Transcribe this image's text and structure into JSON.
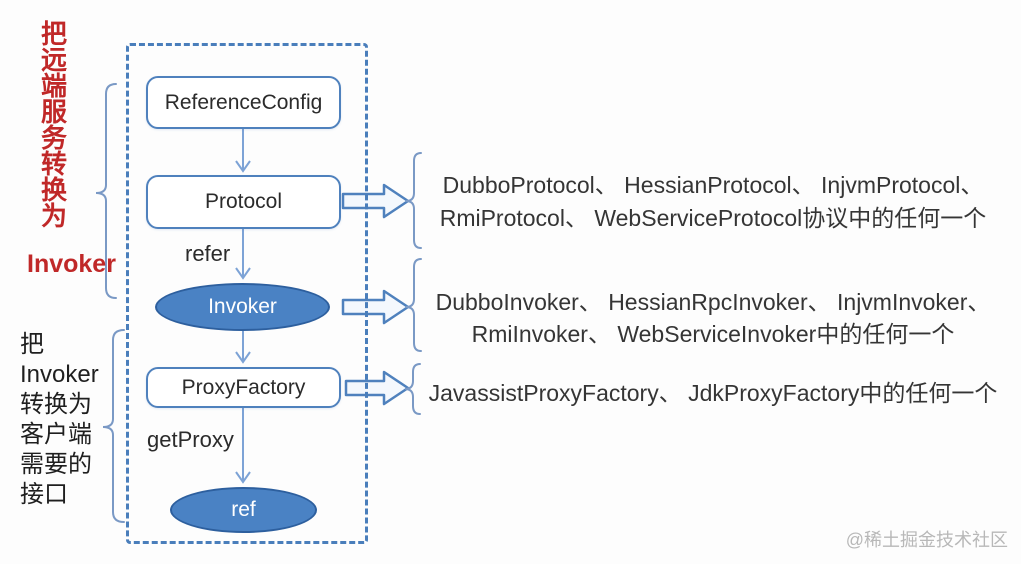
{
  "left_labels": {
    "red_vertical": "把远端服务转换为",
    "red_invoker": "Invoker",
    "black_text": "把\nInvoker\n转换为\n客户端\n需要的\n接口"
  },
  "flow": {
    "nodes": [
      {
        "id": "reference-config",
        "label": "ReferenceConfig",
        "shape": "rect"
      },
      {
        "id": "protocol",
        "label": "Protocol",
        "shape": "rect"
      },
      {
        "id": "invoker",
        "label": "Invoker",
        "shape": "ellipse"
      },
      {
        "id": "proxy-factory",
        "label": "ProxyFactory",
        "shape": "rect"
      },
      {
        "id": "ref",
        "label": "ref",
        "shape": "ellipse"
      }
    ],
    "edge_labels": {
      "refer": "refer",
      "get_proxy": "getProxy"
    }
  },
  "annotations": [
    {
      "target": "Protocol",
      "lines": [
        "DubboProtocol、 HessianProtocol、 InjvmProtocol、",
        "RmiProtocol、 WebServiceProtocol协议中的任何一个"
      ]
    },
    {
      "target": "Invoker",
      "lines": [
        "DubboInvoker、 HessianRpcInvoker、 InjvmInvoker、",
        "RmiInvoker、 WebServiceInvoker中的任何一个"
      ]
    },
    {
      "target": "ProxyFactory",
      "lines": [
        "JavassistProxyFactory、 JdkProxyFactory中的任何一个"
      ]
    }
  ],
  "watermark": "@稀土掘金技术社区",
  "colors": {
    "accent_blue": "#4f81bd",
    "dashed_border": "#4a7ebb",
    "ellipse_fill": "#4a82c4",
    "ellipse_border": "#2d5f9e",
    "connector_blue": "#7da3d6",
    "brace_blue": "#7a99c5",
    "red_label": "#c02828",
    "text_dark": "#2f2f2f",
    "watermark_gray": "#b8b8b8"
  }
}
